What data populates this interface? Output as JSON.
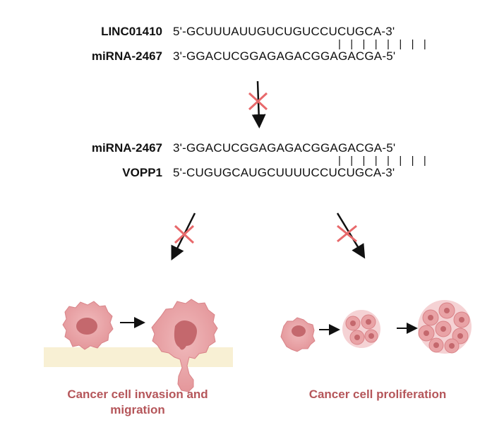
{
  "top_pair": {
    "upper_label": "LINC01410",
    "upper_seq": "5'-GCUUUAUUGUCUGUCCUCUGCA-3'",
    "lower_label": "miRNA-2467",
    "lower_seq": "3'-GGACUCGGAGAGACGGAGACGA-5'",
    "pairs": "| | | | | | | |"
  },
  "bottom_pair": {
    "upper_label": "miRNA-2467",
    "upper_seq": "3'-GGACUCGGAGAGACGGAGACGA-5'",
    "lower_label": "VOPP1",
    "lower_seq": "5'-CUGUGCAUGCUUUUCCUCUGCA-3'",
    "pairs": "| | | | | | | |"
  },
  "captions": {
    "left": "Cancer cell invasion and migration",
    "right": "Cancer cell proliferation"
  },
  "colors": {
    "cross": "#e8696b",
    "cell_fill": "#e9a3a6",
    "nucleus": "#c4686d",
    "membrane": "#f8f0d4",
    "caption": "#b5565a"
  }
}
